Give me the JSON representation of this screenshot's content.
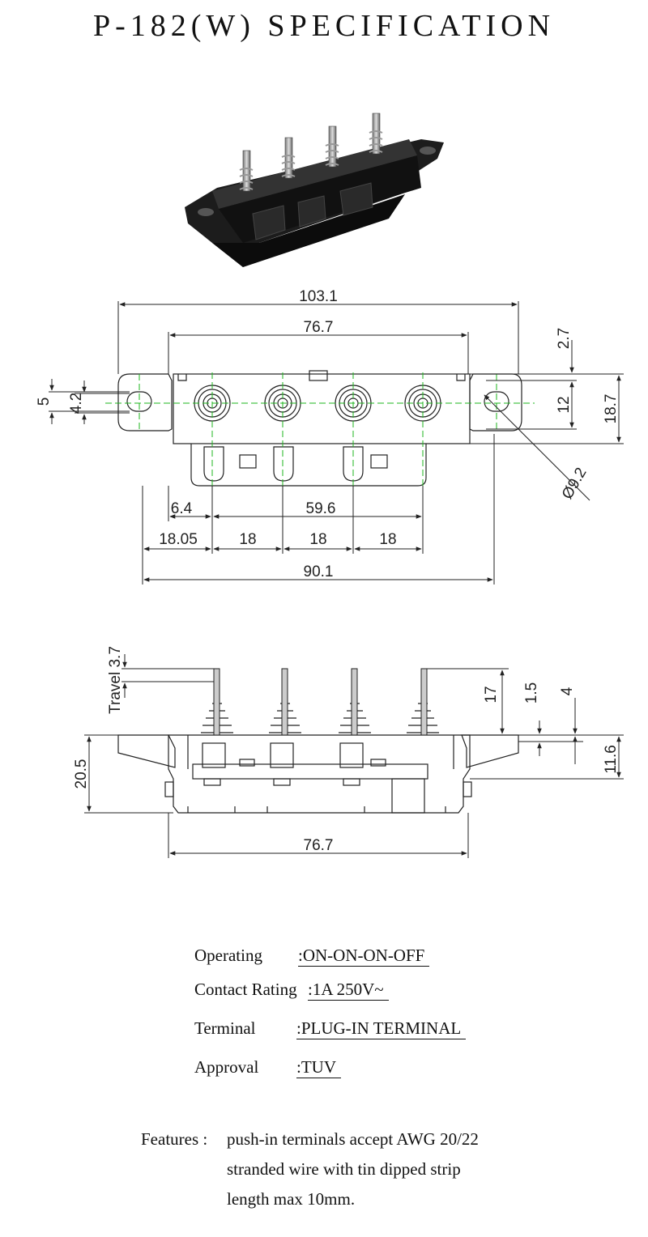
{
  "title": "P-182(W)  SPECIFICATION",
  "top_view": {
    "dims": {
      "overall_mount": "103.1",
      "body_width": "76.7",
      "tab_height": "2.7",
      "inner_height": "12",
      "total_height": "18.7",
      "slot_outer": "5",
      "slot_inner": "4.2",
      "hole_dia": "Ø9.2",
      "first_offset": "6.4",
      "pitch_total": "59.6",
      "left_edge": "18.05",
      "pitch1": "18",
      "pitch2": "18",
      "pitch3": "18",
      "base_width": "90.1"
    }
  },
  "side_view": {
    "dims": {
      "travel": "Travel 3.7",
      "pin_height": "17",
      "plate_thick": "1.5",
      "gap": "4",
      "body_height": "11.6",
      "total_height": "20.5",
      "body_width": "76.7"
    }
  },
  "specs": [
    {
      "label": "Operating",
      "value": ":ON-ON-ON-OFF"
    },
    {
      "label": "Contact Rating",
      "value": ":1A 250V~"
    },
    {
      "label": "Terminal",
      "value": ":PLUG-IN TERMINAL"
    },
    {
      "label": "Approval",
      "value": ":TUV"
    }
  ],
  "features": {
    "label": "Features :",
    "lines": [
      "push-in terminals accept AWG 20/22",
      "stranded wire with tin dipped strip",
      "length max 10mm."
    ]
  }
}
